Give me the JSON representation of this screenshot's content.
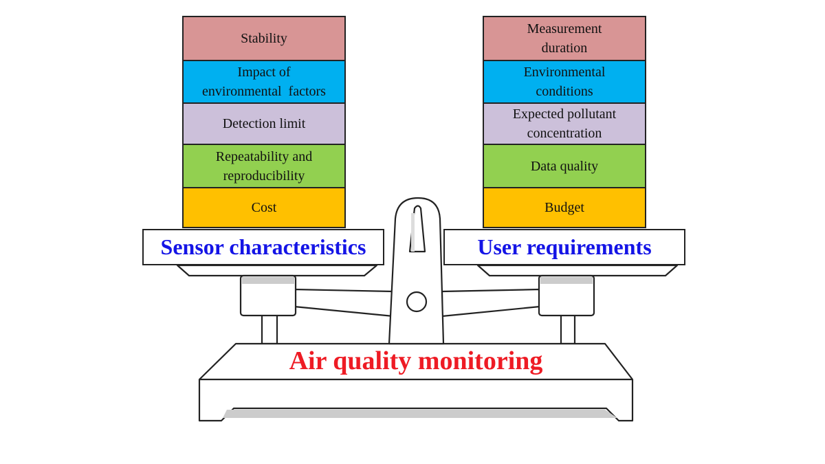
{
  "left_stack": {
    "label": "Sensor characteristics",
    "items": [
      {
        "lines": [
          "Stability"
        ],
        "color": "#d89595",
        "h": 66
      },
      {
        "lines": [
          "Impact of",
          "environmental  factors"
        ],
        "color": "#00b0f0",
        "h": 64
      },
      {
        "lines": [
          "Detection limit"
        ],
        "color": "#ccc0da",
        "h": 62
      },
      {
        "lines": [
          "Repeatability and",
          "reproducibility"
        ],
        "color": "#92d050",
        "h": 65
      },
      {
        "lines": [
          "Cost"
        ],
        "color": "#ffc000",
        "h": 60
      }
    ]
  },
  "right_stack": {
    "label": "User requirements",
    "items": [
      {
        "lines": [
          "Measurement",
          "duration"
        ],
        "color": "#d89595",
        "h": 66
      },
      {
        "lines": [
          "Environmental",
          "conditions"
        ],
        "color": "#00b0f0",
        "h": 64
      },
      {
        "lines": [
          "Expected pollutant",
          "concentration"
        ],
        "color": "#ccc0da",
        "h": 62
      },
      {
        "lines": [
          "Data quality"
        ],
        "color": "#92d050",
        "h": 65
      },
      {
        "lines": [
          "Budget"
        ],
        "color": "#ffc000",
        "h": 60
      }
    ]
  },
  "base": {
    "title": "Air quality monitoring"
  },
  "colors": {
    "label_blue": "#1414e6",
    "title_red": "#ee1b24"
  }
}
